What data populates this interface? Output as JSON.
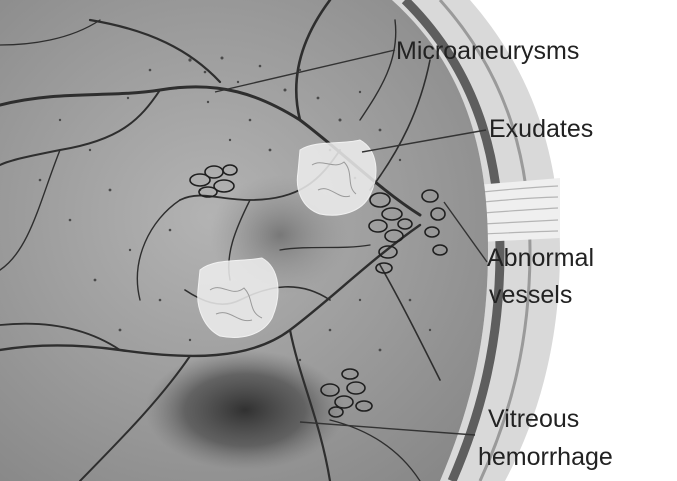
{
  "labels": {
    "microaneurysms": "Microaneurysms",
    "exudates": "Exudates",
    "abnormal_line1": "Abnormal",
    "abnormal_line2": "vessels",
    "vitreous_line1": "Vitreous",
    "vitreous_line2": "hemorrhage"
  },
  "colors": {
    "background": "#ffffff",
    "retina": "#8f8f8f",
    "retina_light": "#a6a6a6",
    "vessel": "#2e2e2e",
    "sclera": "#d6d6d6",
    "sclera_dark": "#5a5a5a",
    "exudate": "#efefef",
    "hemorrhage": "#3a3a3a",
    "text": "#222222"
  }
}
